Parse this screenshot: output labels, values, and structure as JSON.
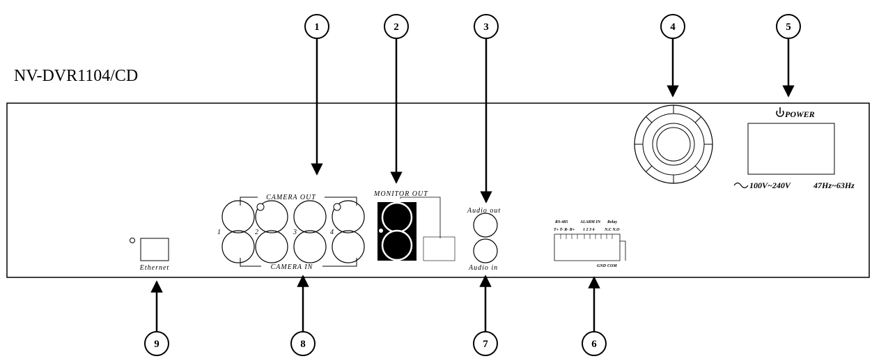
{
  "model": "NV-DVR1104/CD",
  "callouts": [
    "1",
    "2",
    "3",
    "4",
    "5",
    "6",
    "7",
    "8",
    "9"
  ],
  "labels": {
    "camera_out": "CAMERA OUT",
    "camera_in": "CAMERA IN",
    "camera_nums": [
      "1",
      "2",
      "3",
      "4"
    ],
    "monitor_out": "MONITOR OUT",
    "audio_out": "Audio out",
    "audio_in": "Audio in",
    "ethernet": "Ethernet",
    "rs485": "RS-485",
    "rs485_pins": "T+ T- R- R+",
    "alarm_in": "ALARM IN",
    "alarm_pins": "1 2 3 4",
    "relay": "Relay",
    "relay_pins": "N.C N.O",
    "gnd": "GND",
    "com": "COM",
    "power": "POWER",
    "voltage": "100V~240V",
    "frequency": "47Hz~63Hz"
  }
}
